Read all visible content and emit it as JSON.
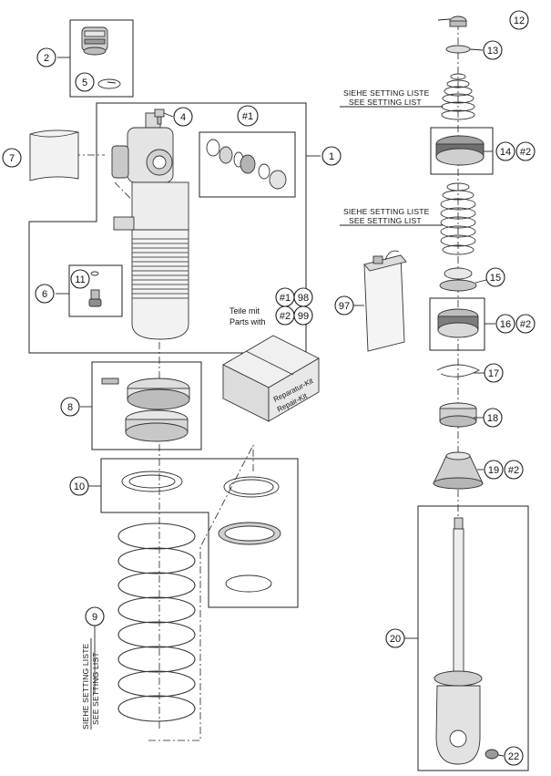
{
  "callouts": {
    "c1": "1",
    "c2": "2",
    "c4": "4",
    "c5": "5",
    "c6": "6",
    "c7": "7",
    "c8": "8",
    "c9": "9",
    "c10": "10",
    "c11": "11",
    "c12": "12",
    "c13": "13",
    "c14": "14",
    "c15": "15",
    "c16": "16",
    "c17": "17",
    "c18": "18",
    "c19": "19",
    "c20": "20",
    "c22": "22",
    "c97": "97",
    "c98": "98",
    "c99": "99",
    "k1_top": "#1",
    "k2_14": "#2",
    "k2_16": "#2",
    "k2_19": "#2",
    "k1_legend": "#1",
    "k2_legend": "#2"
  },
  "legend": {
    "line1": "Teile mit",
    "line2": "Parts with"
  },
  "setting": {
    "de": "SIEHE SETTING LISTE",
    "en": "SEE SETTING LIST"
  },
  "kit": {
    "line1": "Reparatur-Kit",
    "line2": "Repair-Kit"
  }
}
